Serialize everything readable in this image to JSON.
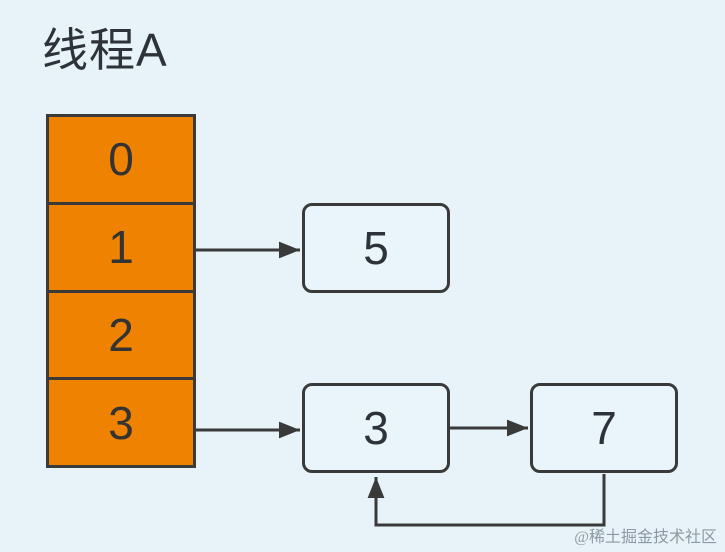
{
  "title": "线程A",
  "colors": {
    "background": "#e7f3f9",
    "bucket_fill": "#ef8200",
    "stroke": "#3a3a3a",
    "node_fill": "#e9f5fb",
    "text": "#2d3338",
    "watermark": "#7e8994"
  },
  "bucket_array": {
    "name": "hash-bucket-array",
    "cells": [
      {
        "label": "0"
      },
      {
        "label": "1"
      },
      {
        "label": "2"
      },
      {
        "label": "3"
      }
    ]
  },
  "nodes": [
    {
      "id": "node-5",
      "value": "5"
    },
    {
      "id": "node-3",
      "value": "3"
    },
    {
      "id": "node-7",
      "value": "7"
    }
  ],
  "edges": [
    {
      "from": "bucket-1",
      "to": "node-5",
      "type": "straight"
    },
    {
      "from": "bucket-3",
      "to": "node-3",
      "type": "straight"
    },
    {
      "from": "node-3",
      "to": "node-7",
      "type": "straight"
    },
    {
      "from": "node-7",
      "to": "node-3",
      "type": "loop-back"
    }
  ],
  "watermark": "@稀土掘金技术社区"
}
